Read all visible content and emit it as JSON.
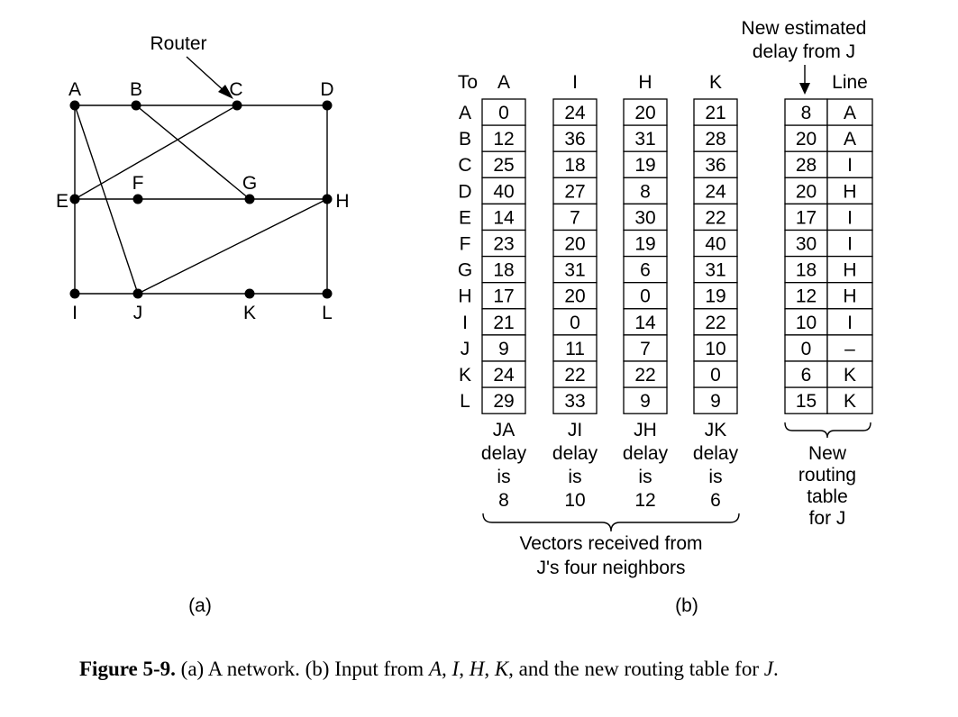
{
  "network": {
    "router_label": "Router",
    "nodes": [
      {
        "id": "A",
        "label": "A"
      },
      {
        "id": "B",
        "label": "B"
      },
      {
        "id": "C",
        "label": "C"
      },
      {
        "id": "D",
        "label": "D"
      },
      {
        "id": "E",
        "label": "E"
      },
      {
        "id": "F",
        "label": "F"
      },
      {
        "id": "G",
        "label": "G"
      },
      {
        "id": "H",
        "label": "H"
      },
      {
        "id": "I",
        "label": "I"
      },
      {
        "id": "J",
        "label": "J"
      },
      {
        "id": "K",
        "label": "K"
      },
      {
        "id": "L",
        "label": "L"
      }
    ],
    "edges": [
      [
        "A",
        "D"
      ],
      [
        "A",
        "I"
      ],
      [
        "A",
        "J"
      ],
      [
        "B",
        "G"
      ],
      [
        "C",
        "E"
      ],
      [
        "D",
        "L"
      ],
      [
        "E",
        "H"
      ],
      [
        "H",
        "J"
      ],
      [
        "I",
        "L"
      ]
    ],
    "panel_label": "(a)"
  },
  "routing": {
    "to_label": "To",
    "destinations": [
      "A",
      "B",
      "C",
      "D",
      "E",
      "F",
      "G",
      "H",
      "I",
      "J",
      "K",
      "L"
    ],
    "vectors": [
      {
        "name": "A",
        "values": [
          "0",
          "12",
          "25",
          "40",
          "14",
          "23",
          "18",
          "17",
          "21",
          "9",
          "24",
          "29"
        ],
        "caption": [
          "JA",
          "delay",
          "is",
          "8"
        ]
      },
      {
        "name": "I",
        "values": [
          "24",
          "36",
          "18",
          "27",
          "7",
          "20",
          "31",
          "20",
          "0",
          "11",
          "22",
          "33"
        ],
        "caption": [
          "JI",
          "delay",
          "is",
          "10"
        ]
      },
      {
        "name": "H",
        "values": [
          "20",
          "31",
          "19",
          "8",
          "30",
          "19",
          "6",
          "0",
          "14",
          "7",
          "22",
          "9"
        ],
        "caption": [
          "JH",
          "delay",
          "is",
          "12"
        ]
      },
      {
        "name": "K",
        "values": [
          "21",
          "28",
          "36",
          "24",
          "22",
          "40",
          "31",
          "19",
          "22",
          "10",
          "0",
          "9"
        ],
        "caption": [
          "JK",
          "delay",
          "is",
          "6"
        ]
      }
    ],
    "vectors_caption": [
      "Vectors received from",
      "J's four neighbors"
    ],
    "new_estimate_header": [
      "New estimated",
      "delay from J"
    ],
    "line_header": "Line",
    "new_table": [
      {
        "delay": "8",
        "line": "A"
      },
      {
        "delay": "20",
        "line": "A"
      },
      {
        "delay": "28",
        "line": "I"
      },
      {
        "delay": "20",
        "line": "H"
      },
      {
        "delay": "17",
        "line": "I"
      },
      {
        "delay": "30",
        "line": "I"
      },
      {
        "delay": "18",
        "line": "H"
      },
      {
        "delay": "12",
        "line": "H"
      },
      {
        "delay": "10",
        "line": "I"
      },
      {
        "delay": "0",
        "line": "–"
      },
      {
        "delay": "6",
        "line": "K"
      },
      {
        "delay": "15",
        "line": "K"
      }
    ],
    "new_table_caption": [
      "New",
      "routing",
      "table",
      "for J"
    ],
    "panel_label": "(b)"
  },
  "caption": {
    "figure_label": "Figure 5-9.",
    "part1": "(a) A network.  (b) Input from ",
    "a": "A",
    "sep1": ", ",
    "i": "I",
    "sep2": ", ",
    "h": "H",
    "sep3": ", ",
    "k": "K",
    "part2": ", and the new routing table for ",
    "j": "J",
    "end": "."
  }
}
